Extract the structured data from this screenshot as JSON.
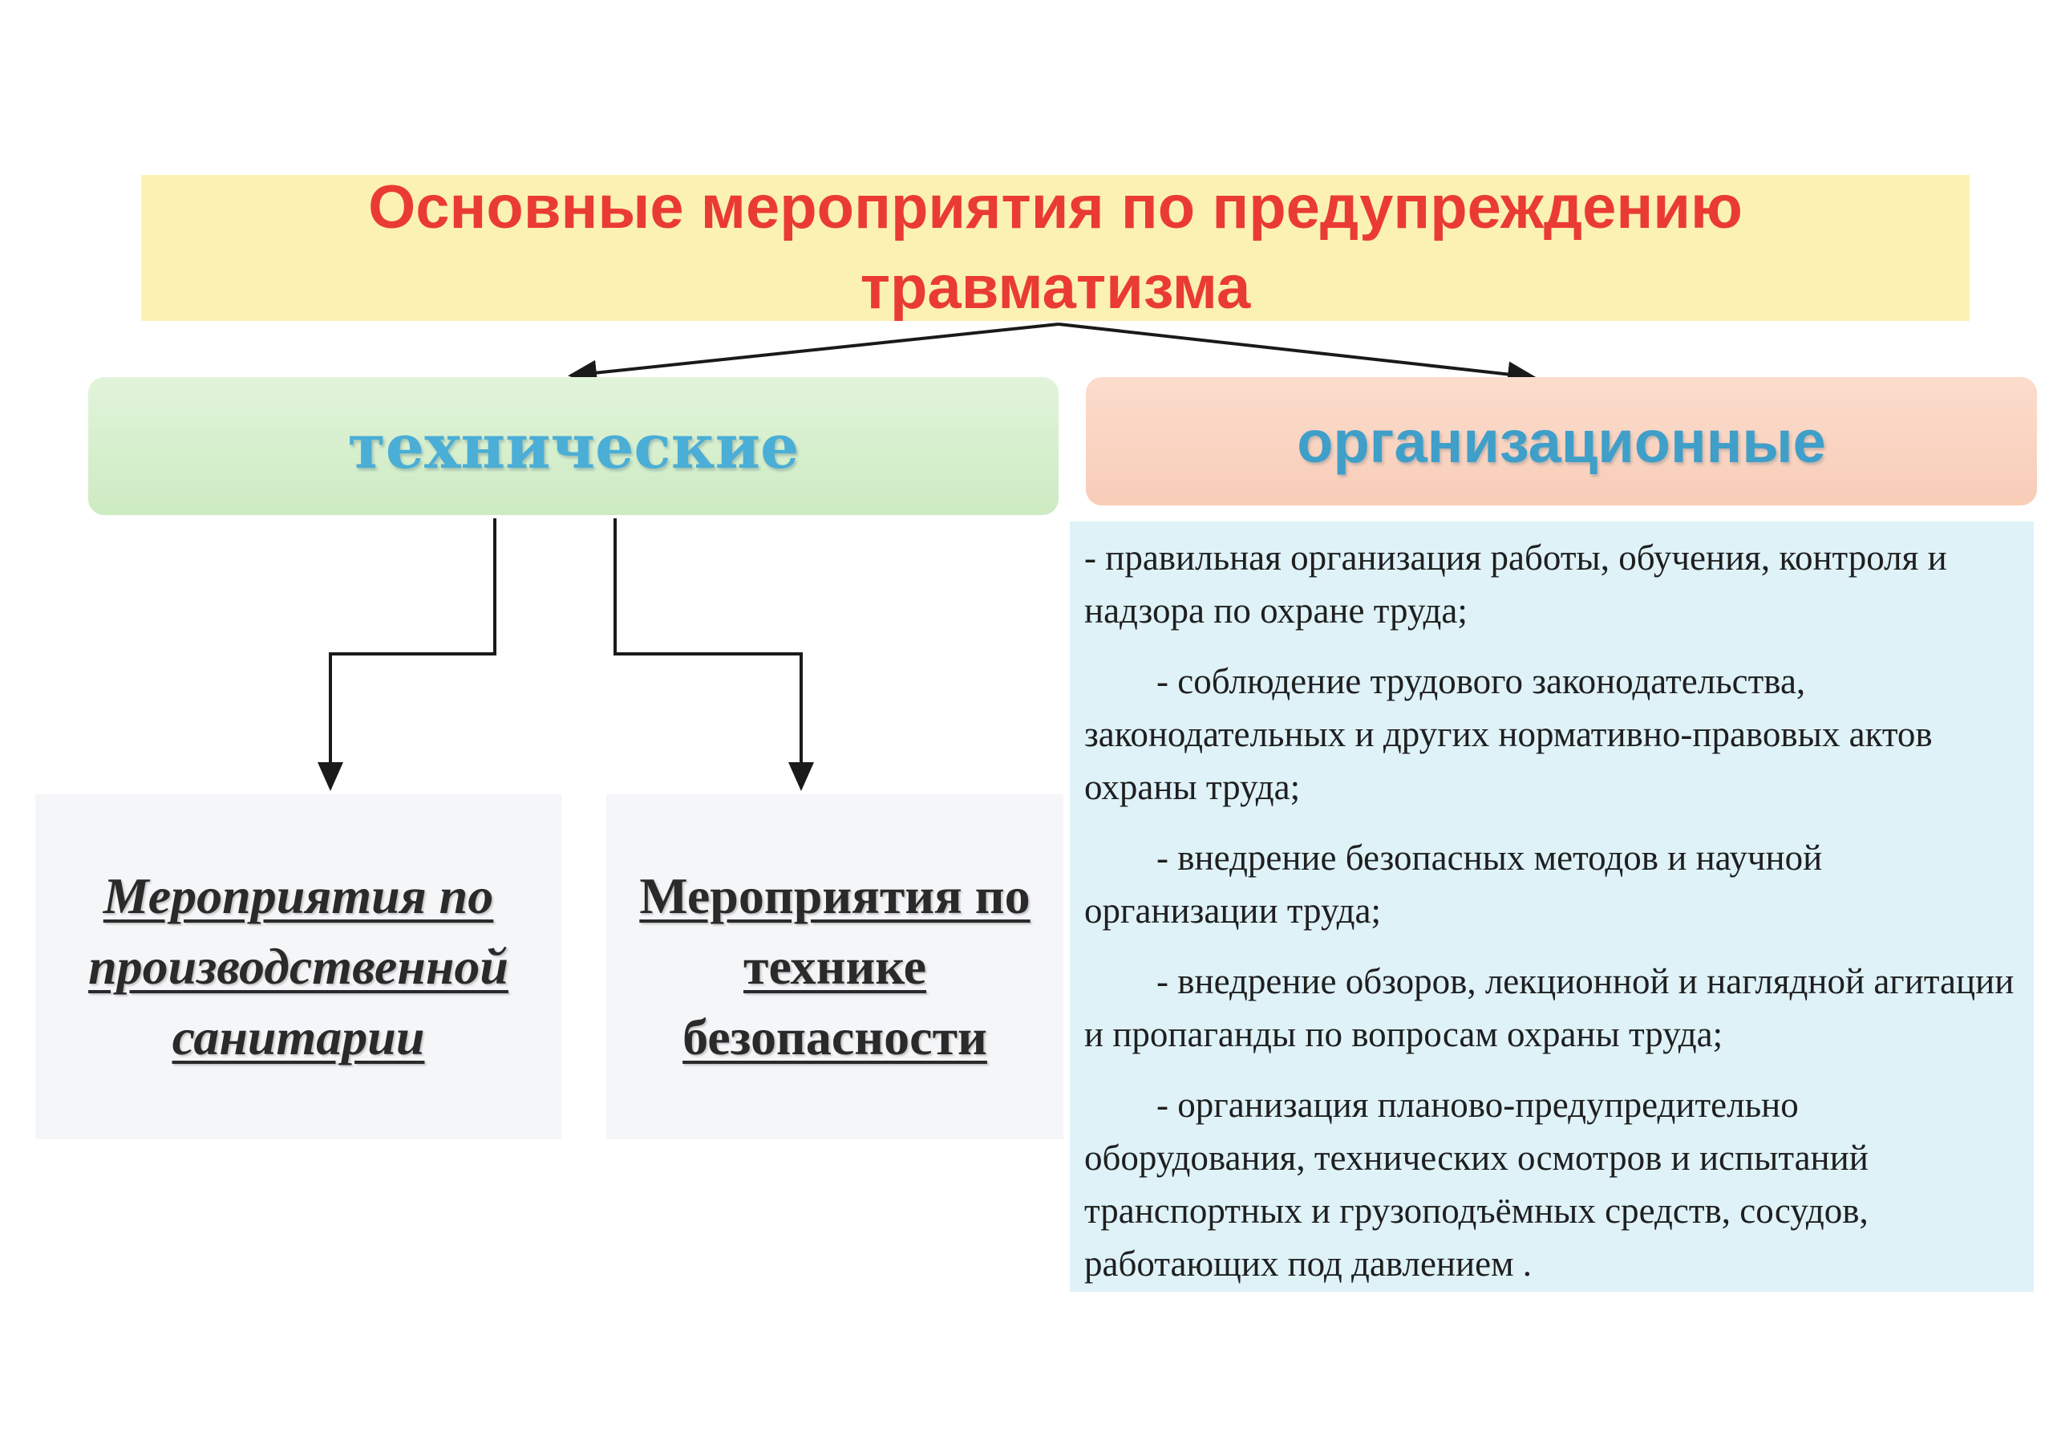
{
  "title": "Основные мероприятия  по  предупреждению травматизма",
  "categories": {
    "technical": "технические",
    "organizational": "организационные"
  },
  "technical_items": [
    "Мероприятия по производственной санитарии",
    "Мероприятия по технике безопасности"
  ],
  "organizational_items": [
    "- правильная организация работы, обучения, контроля и надзора по охране труда;",
    "- соблюдение трудового законодательства, законодательных и других нормативно-правовых актов   охраны труда;",
    "- внедрение безопасных методов и научной организации труда;",
    "- внедрение обзоров, лекционной и наглядной агитации и пропаганды по вопросам охраны труда;",
    "-  организация планово-предупредительно оборудования, технических осмотров и испытаний транспортных и грузоподъёмных средств, сосудов, работающих под давлением ."
  ]
}
